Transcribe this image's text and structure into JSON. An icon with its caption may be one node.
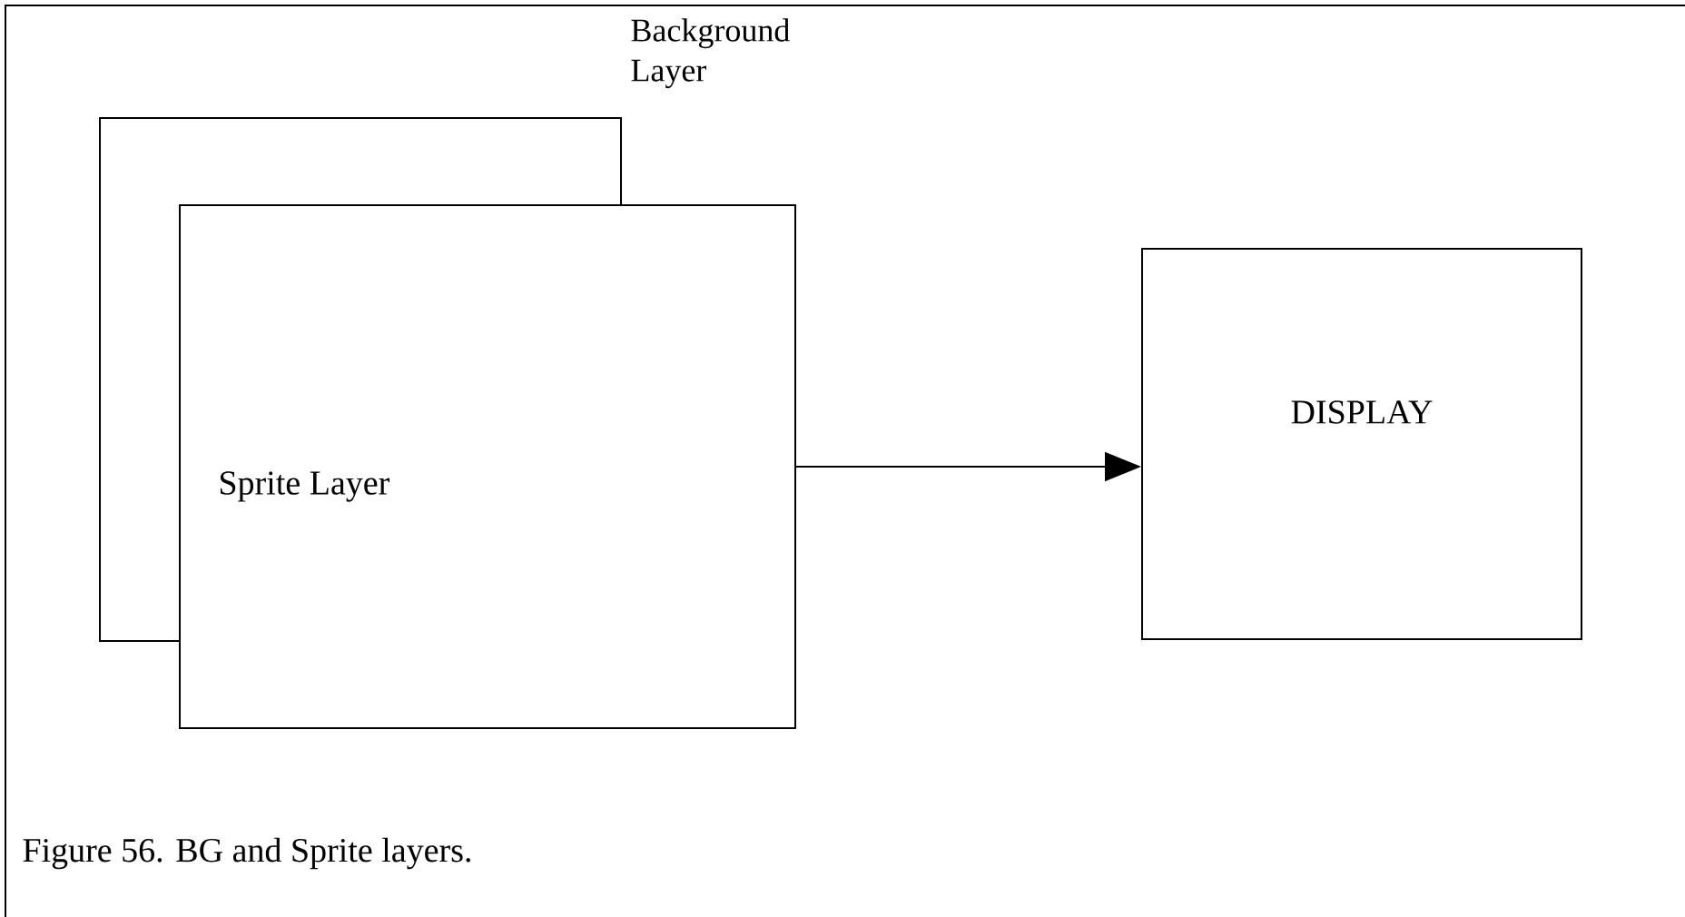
{
  "diagram": {
    "caption": "Figure 56.  BG and Sprite layers.",
    "nodes": [
      {
        "text": [
          "Background Layer"
        ]
      },
      {
        "text": [
          "Sprite Layer"
        ]
      },
      {
        "text": [
          "DISPLAY"
        ]
      }
    ],
    "edges": [
      {
        "from": 1,
        "to": 2,
        "arrow": "to"
      }
    ]
  }
}
